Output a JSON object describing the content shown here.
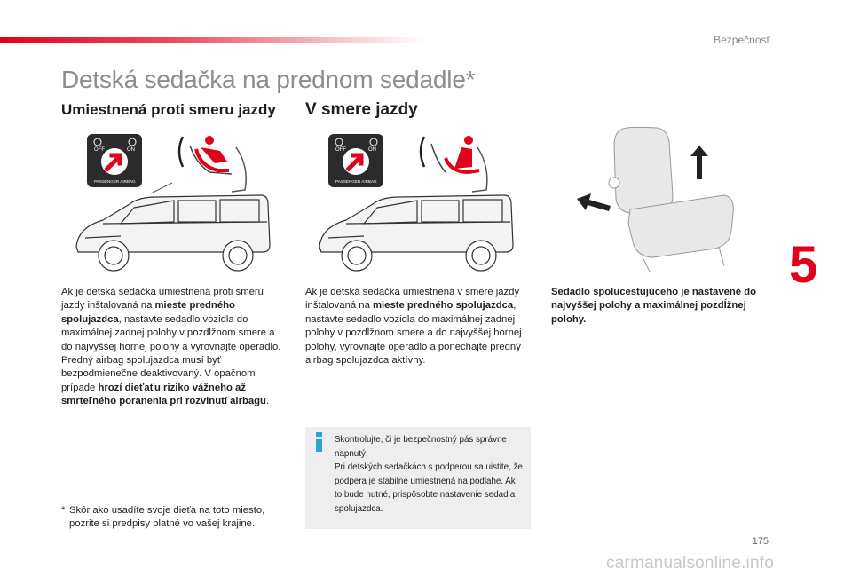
{
  "header": {
    "section": "Bezpečnosť",
    "chapter": "5",
    "title": "Detská sedačka na prednom sedadle*"
  },
  "left": {
    "heading": "Umiestnená proti smeru jazdy",
    "p1_a": "Ak je detská sedačka umiestnená proti smeru jazdy inštalovaná na ",
    "p1_b": "mieste predného spolujazdca",
    "p1_c": ", nastavte sedadlo vozidla do maximálnej zadnej polohy v pozdĺžnom smere a do najvyššej hornej polohy a vyrovnajte operadlo.",
    "p2_a": "Predný airbag spolujazdca musí byť bezpodmienečne deaktivovaný. V opačnom prípade ",
    "p2_b": "hrozí dieťaťu riziko vážneho až smrteľného poranenia pri rozvinutí airbagu",
    "p2_c": ".",
    "footnote_star": "*",
    "footnote": "Skôr ako usadíte svoje dieťa na toto miesto, pozrite si predpisy platné vo vašej krajine."
  },
  "middle": {
    "heading": "V smere jazdy",
    "p1_a": "Ak je detská sedačka umiestnená v smere jazdy inštalovaná na ",
    "p1_b": "mieste predného spolujazdca",
    "p1_c": ", nastavte sedadlo vozidla do maximálnej zadnej polohy v pozdĺžnom smere a do najvyššej hornej polohy, vyrovnajte operadlo a ponechajte predný airbag spolujazdca aktívny."
  },
  "info": {
    "text1": "Skontrolujte, či je bezpečnostný pás správne napnutý.",
    "text2": "Pri detských sedačkách s podperou sa uistite, že podpera je stabilne umiestnená na podlahe. Ak to bude nutné, prispôsobte nastavenie sedadla spolujazdca."
  },
  "right": {
    "caption": "Sedadlo spolucestujúceho je nastavené do najvyššej polohy a maximálnej pozdĺžnej polohy."
  },
  "badge": {
    "off": "OFF",
    "on": "ON",
    "label": "PASSENGER AIRBAG"
  },
  "colors": {
    "accent": "#e2001a",
    "info_blue": "#29a3dc",
    "info_bg": "#eeeeee"
  },
  "footer": {
    "page_number": "175",
    "watermark": "carmanualsonline.info"
  }
}
